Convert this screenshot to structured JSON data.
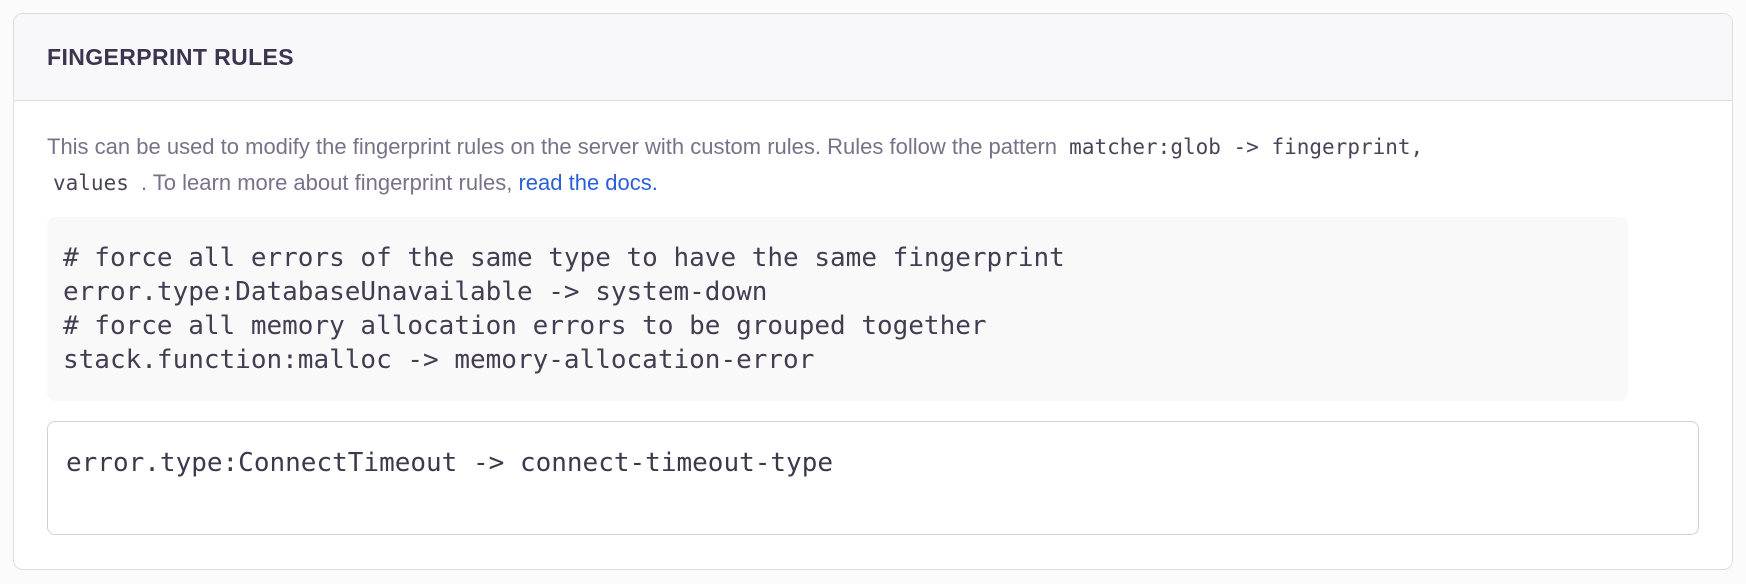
{
  "panel": {
    "title": "FINGERPRINT RULES"
  },
  "description": {
    "text_before_code": "This can be used to modify the fingerprint rules on the server with custom rules. Rules follow the pattern",
    "pattern_code_line1": "matcher:glob -> fingerprint,",
    "pattern_code_line2": "values",
    "text_after_code": ". To learn more about fingerprint rules,",
    "link_label": "read the docs."
  },
  "code_example": {
    "text": "# force all errors of the same type to have the same fingerprint\nerror.type:DatabaseUnavailable -> system-down\n# force all memory allocation errors to be grouped together\nstack.function:malloc -> memory-allocation-error"
  },
  "editor": {
    "value": "error.type:ConnectTimeout -> connect-timeout-type"
  },
  "colors": {
    "page_background": "#fbfbfc",
    "panel_border": "#e0dce5",
    "header_background": "#f8f7f9",
    "title_text": "#3d3550",
    "body_text": "#7a7189",
    "code_text": "#443d51",
    "code_block_background": "#f9f9fa",
    "link": "#2b5fd9"
  }
}
